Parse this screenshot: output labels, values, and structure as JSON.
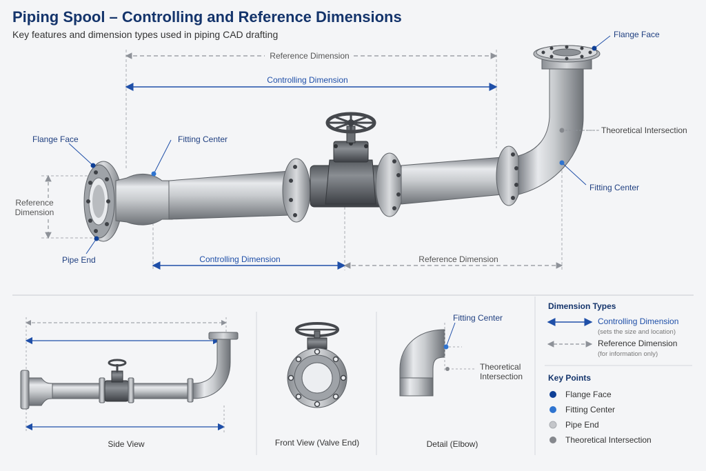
{
  "title": "Piping Spool – Controlling and Reference Dimensions",
  "subtitle": "Key features and dimension types used in piping CAD drafting",
  "main": {
    "ref_top": "Reference Dimension",
    "ctrl_top": "Controlling Dimension",
    "flange_face_right": "Flange Face",
    "theoretical_intersection": "Theoretical Intersection",
    "fitting_center_right": "Fitting Center",
    "flange_face_left": "Flange Face",
    "fitting_center_left": "Fitting Center",
    "ref_left_line1": "Reference",
    "ref_left_line2": "Dimension",
    "pipe_end": "Pipe End",
    "ctrl_bottom": "Controlling Dimension",
    "ref_bottom": "Reference Dimension"
  },
  "views": {
    "side_view": "Side View",
    "front_view": "Front View (Valve End)",
    "detail": "Detail (Elbow)",
    "detail_fitting_center": "Fitting Center",
    "detail_ti_line1": "Theoretical",
    "detail_ti_line2": "Intersection"
  },
  "legend": {
    "dim_types_title": "Dimension Types",
    "controlling": "Controlling Dimension",
    "controlling_note": "(sets the size and location)",
    "reference": "Reference Dimension",
    "reference_note": "(for information only)",
    "key_points_title": "Key Points",
    "points": [
      {
        "label": "Flange Face",
        "color": "#0e3f96"
      },
      {
        "label": "Fitting Center",
        "color": "#2f74d0"
      },
      {
        "label": "Pipe End",
        "color": "#c4c6ca"
      },
      {
        "label": "Theoretical Intersection",
        "color": "#85888d"
      }
    ]
  },
  "colors": {
    "controlling": "#1f4fa8",
    "reference": "#8e9299",
    "title": "#14346b"
  }
}
